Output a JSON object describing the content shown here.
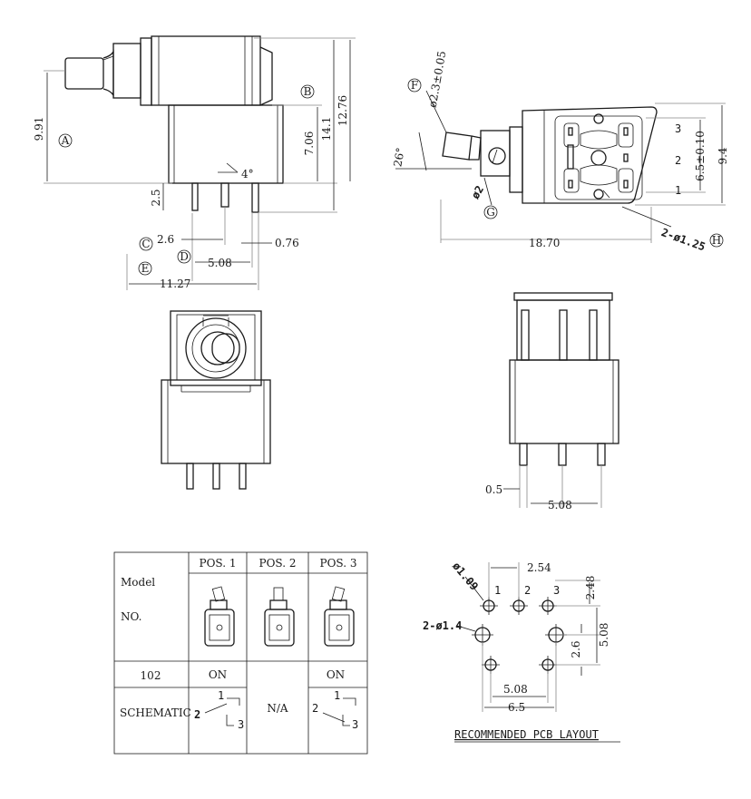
{
  "side_view": {
    "dim_9_91": "9.91",
    "dim_7_06": "7.06",
    "dim_14_1": "14.1",
    "dim_12_76": "12.76",
    "dim_2_5": "2.5",
    "angle_4": "4°",
    "dim_2_6": "2.6",
    "dim_0_76": "0.76",
    "dim_5_08": "5.08",
    "dim_11_27": "11.27",
    "callout_a": "A",
    "callout_b": "B",
    "callout_c": "C",
    "callout_d": "D",
    "callout_e": "E"
  },
  "top_view": {
    "callout_f": "F",
    "dia_2_3": "ø2.3±0.05",
    "angle_26": "26°",
    "dia_2": "ø2",
    "callout_g": "G",
    "pos_3": "3",
    "pos_2": "2",
    "pos_1": "1",
    "dim_6_5": "6.5±0.10",
    "dim_9_4": "9.4",
    "dim_18_70": "18.70",
    "holes": "2-ø1.25",
    "callout_h": "H"
  },
  "bottom_view": {
    "dim_0_5": "0.5",
    "dim_5_08": "5.08"
  },
  "table": {
    "header_model": "Model",
    "header_no": "NO.",
    "pos1": "POS. 1",
    "pos2": "POS. 2",
    "pos3": "POS. 3",
    "model_no": "102",
    "pos1_state": "ON",
    "pos3_state": "ON",
    "schematic_label": "SCHEMATIC",
    "pos2_schematic": "N/A",
    "pin1": "1",
    "pin2": "2",
    "pin3": "3"
  },
  "pcb": {
    "dia_1_09": "ø1.09",
    "pitch_2_54": "2.54",
    "pin1": "1",
    "pin2": "2",
    "pin3": "3",
    "dim_2_48": "2.48",
    "holes": "2-ø1.4",
    "dim_2_6": "2.6",
    "dim_5_08_v": "5.08",
    "dim_5_08_h": "5.08",
    "dim_6_5": "6.5",
    "caption": "RECOMMENDED PCB LAYOUT"
  }
}
